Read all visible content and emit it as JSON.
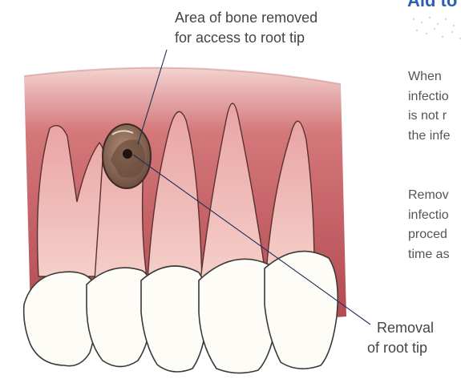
{
  "callouts": {
    "bone_access": {
      "line1": "Area of bone removed",
      "line2": "for access to root tip"
    },
    "root_tip": {
      "line1": "Removal",
      "line2": "of root tip"
    }
  },
  "article": {
    "heading": "Aid to",
    "paragraph1": [
      "When",
      "infectio",
      "is not r",
      "the infe"
    ],
    "paragraph2": [
      "Remov",
      "infectio",
      "proced",
      "time as"
    ]
  },
  "colors": {
    "heading": "#2f5fb2",
    "gum": "#c9656a",
    "tooth": "#fdfcf6",
    "bone_window": "#8a6a58",
    "leader_line": "#1f2f5a"
  }
}
